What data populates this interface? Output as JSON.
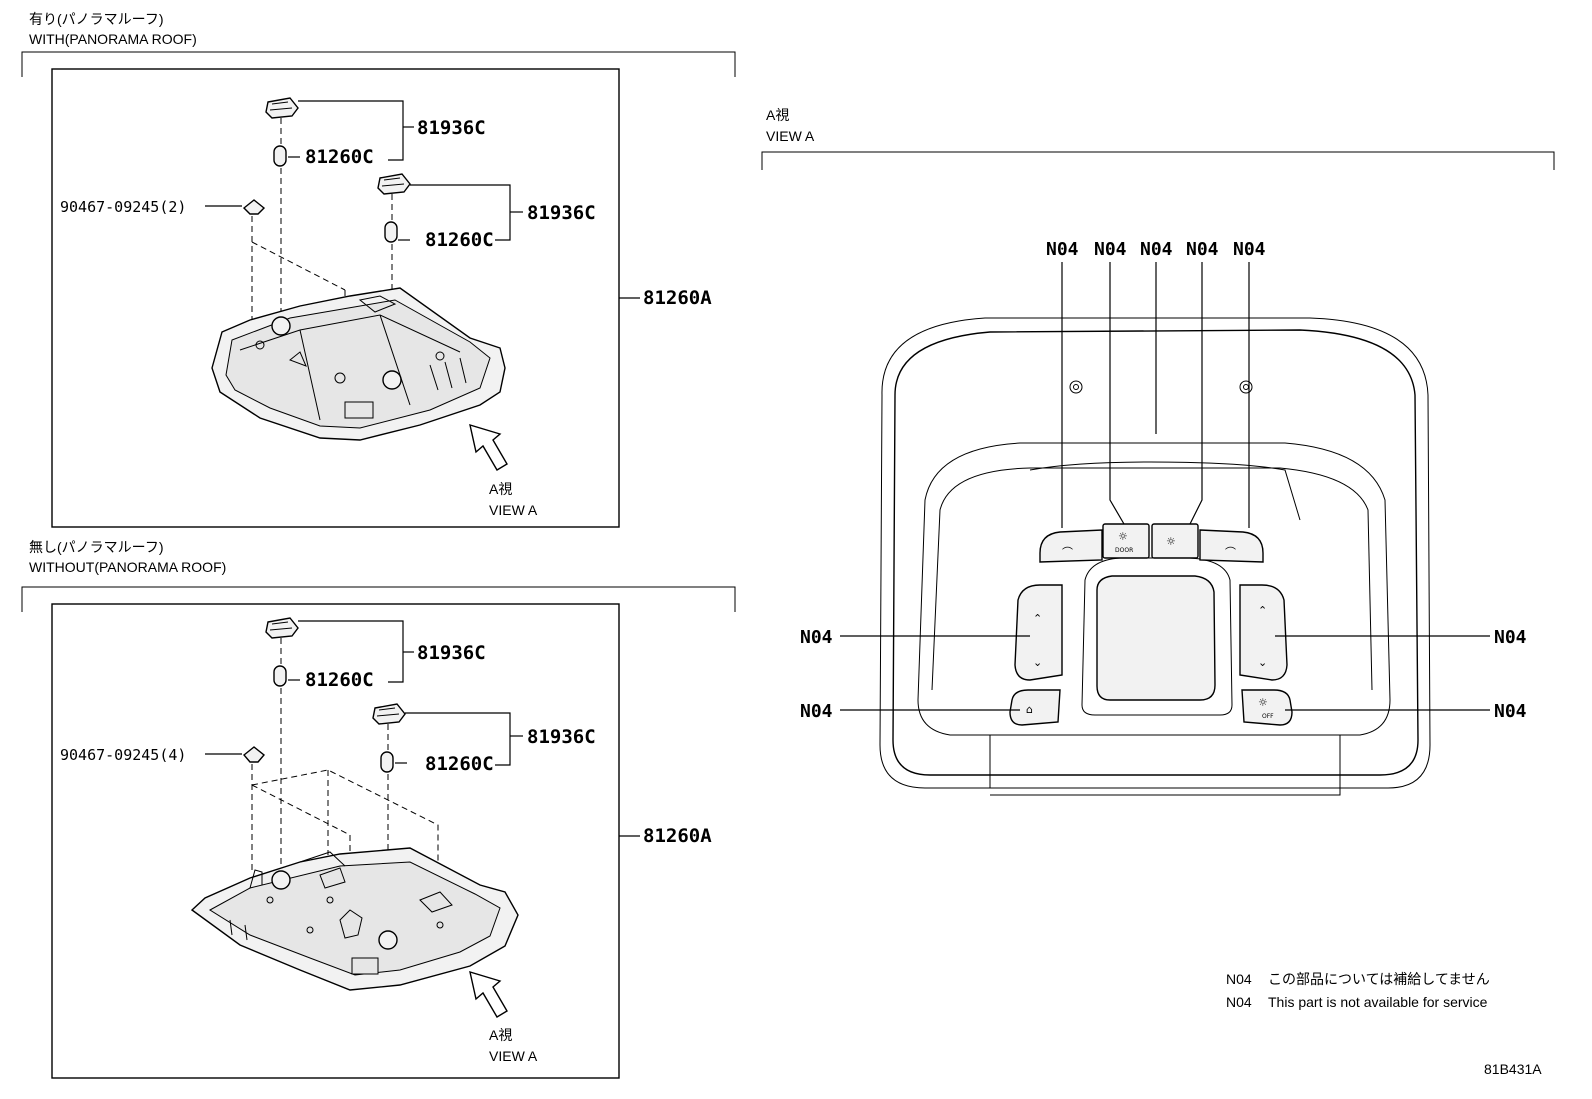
{
  "top_section": {
    "title_jp": "有り(パノラマルーフ)",
    "title_en": "WITH(PANORAMA ROOF)",
    "bulb_holder_a": "81936C",
    "bulb_a": "81260C",
    "bulb_holder_b": "81936C",
    "bulb_b": "81260C",
    "clip": "90467-09245(2)",
    "assembly": "81260A",
    "view_jp": "A視",
    "view_en": "VIEW A"
  },
  "bottom_section": {
    "title_jp": "無し(パノラマルーフ)",
    "title_en": "WITHOUT(PANORAMA ROOF)",
    "bulb_holder_a": "81936C",
    "bulb_a": "81260C",
    "bulb_holder_b": "81936C",
    "bulb_b": "81260C",
    "clip": "90467-09245(4)",
    "assembly": "81260A",
    "view_jp": "A視",
    "view_en": "VIEW A"
  },
  "view_a": {
    "title_jp": "A視",
    "title_en": "VIEW A",
    "top_labels": [
      "N04",
      "N04",
      "N04",
      "N04",
      "N04"
    ],
    "left_labels": [
      "N04",
      "N04"
    ],
    "right_labels": [
      "N04",
      "N04"
    ],
    "button_texts": {
      "door": "DOOR",
      "off": "OFF"
    }
  },
  "notes": [
    {
      "code": "N04",
      "text": "この部品については補給してません"
    },
    {
      "code": "N04",
      "text": "This part is not available for service"
    }
  ],
  "figure_id": "81B431A",
  "icons": [
    "map-light-icon",
    "door-light-icon",
    "dome-light-icon",
    "sunroof-tilt-icon",
    "sunroof-slide-icon",
    "shade-icon",
    "shade-off-icon",
    "chevron-up-icon",
    "chevron-down-icon",
    "arrow-up-left-icon"
  ]
}
